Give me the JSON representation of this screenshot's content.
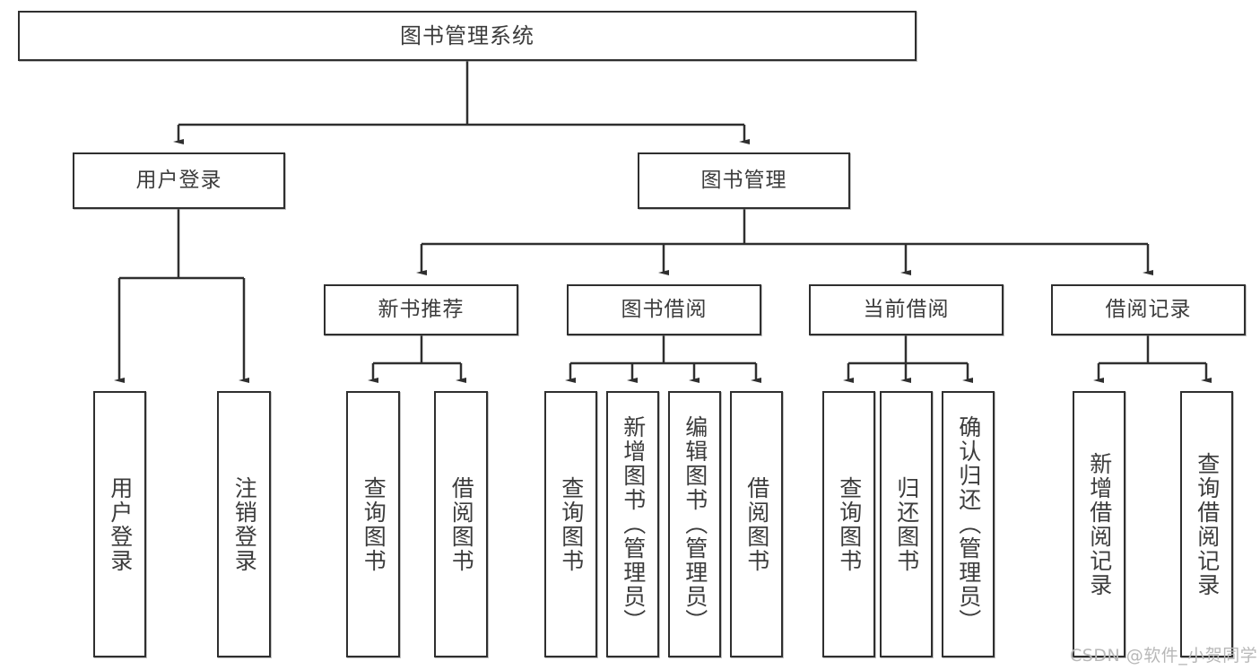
{
  "diagram": {
    "type": "tree",
    "title": "图书管理系统",
    "orientation": "top-down",
    "watermark": "CSDN @软件_小贺同学",
    "colors": {
      "border": "#2f2f2f",
      "text": "#3c3c3c",
      "background": "#ffffff",
      "watermark": "#b8b8b8"
    }
  },
  "root": {
    "label": "图书管理系统"
  },
  "level2": [
    {
      "label": "用户登录"
    },
    {
      "label": "图书管理"
    }
  ],
  "level3": [
    {
      "label": "新书推荐"
    },
    {
      "label": "图书借阅"
    },
    {
      "label": "当前借阅"
    },
    {
      "label": "借阅记录"
    }
  ],
  "leaves": {
    "user_login": [
      {
        "label": "用户登录"
      },
      {
        "label": "注销登录"
      }
    ],
    "new_book": [
      {
        "label": "查询图书"
      },
      {
        "label": "借阅图书"
      }
    ],
    "book_borrow": [
      {
        "label": "查询图书"
      },
      {
        "label": "新增图书（管理员）"
      },
      {
        "label": "编辑图书（管理员）"
      },
      {
        "label": "借阅图书"
      }
    ],
    "current_borrow": [
      {
        "label": "查询图书"
      },
      {
        "label": "归还图书"
      },
      {
        "label": "确认归还（管理员）"
      }
    ],
    "borrow_record": [
      {
        "label": "新增借阅记录"
      },
      {
        "label": "查询借阅记录"
      }
    ]
  }
}
